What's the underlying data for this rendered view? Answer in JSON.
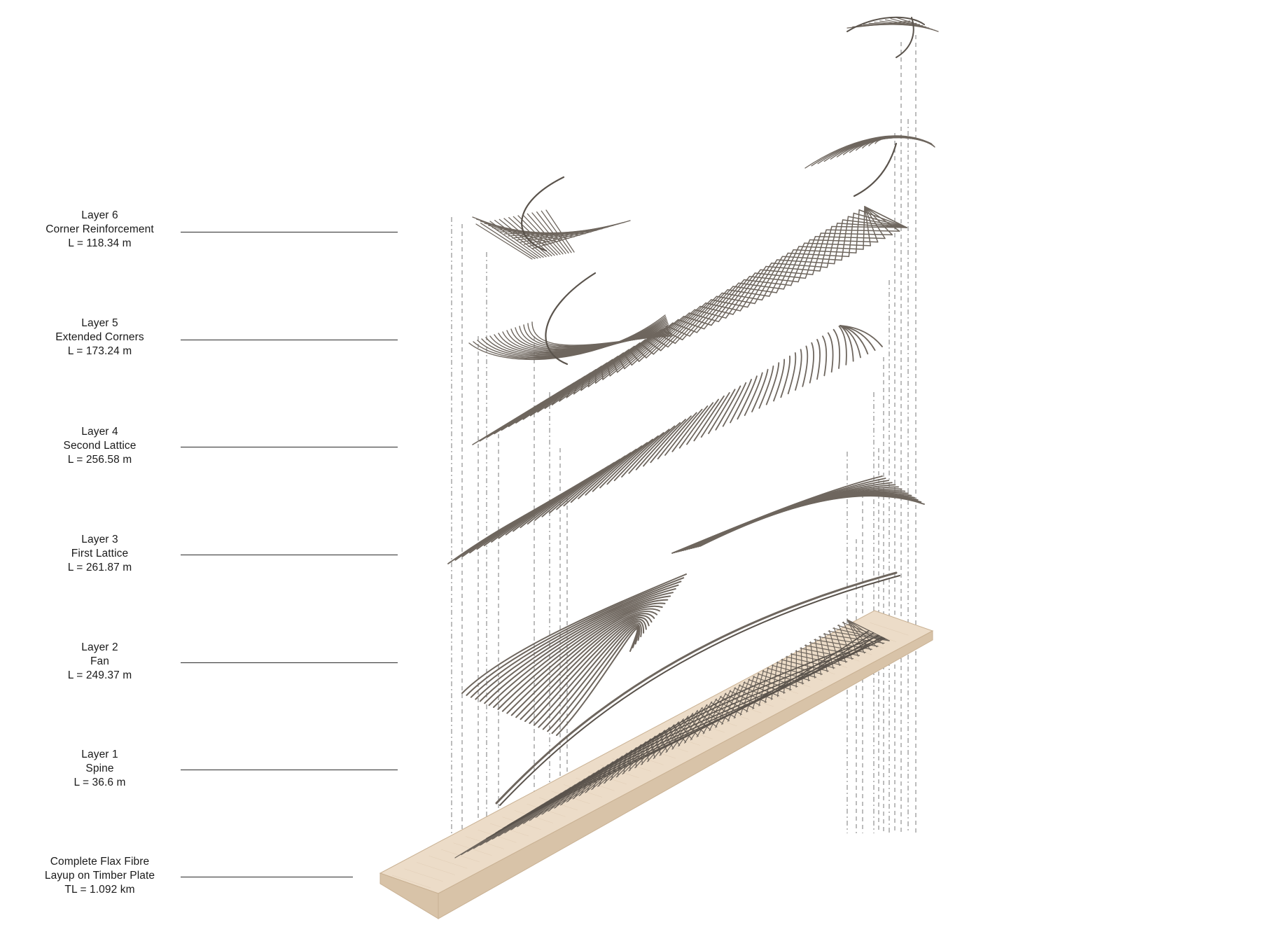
{
  "colors": {
    "fibre": "#6e665e",
    "fibre_dark": "#5a534c",
    "timber_top": "#ecdcc8",
    "timber_side": "#d8c3a8",
    "timber_edge": "#c9b193",
    "guide": "#6a6a6a",
    "text": "#1a1a1a"
  },
  "labels": [
    {
      "id": "layer6",
      "lines": [
        "Layer 6",
        "Corner Reinforcement",
        "L = 118.34 m"
      ]
    },
    {
      "id": "layer5",
      "lines": [
        "Layer 5",
        "Extended Corners",
        "L = 173.24 m"
      ]
    },
    {
      "id": "layer4",
      "lines": [
        "Layer 4",
        "Second Lattice",
        "L = 256.58 m"
      ]
    },
    {
      "id": "layer3",
      "lines": [
        "Layer 3",
        "First Lattice",
        "L = 261.87 m"
      ]
    },
    {
      "id": "layer2",
      "lines": [
        "Layer 2",
        "Fan",
        "L = 249.37 m"
      ]
    },
    {
      "id": "layer1",
      "lines": [
        "Layer 1",
        "Spine",
        "L = 36.6 m"
      ]
    },
    {
      "id": "complete",
      "lines": [
        "Complete Flax Fibre",
        "Layup on Timber Plate",
        "TL = 1.092 km"
      ]
    }
  ]
}
